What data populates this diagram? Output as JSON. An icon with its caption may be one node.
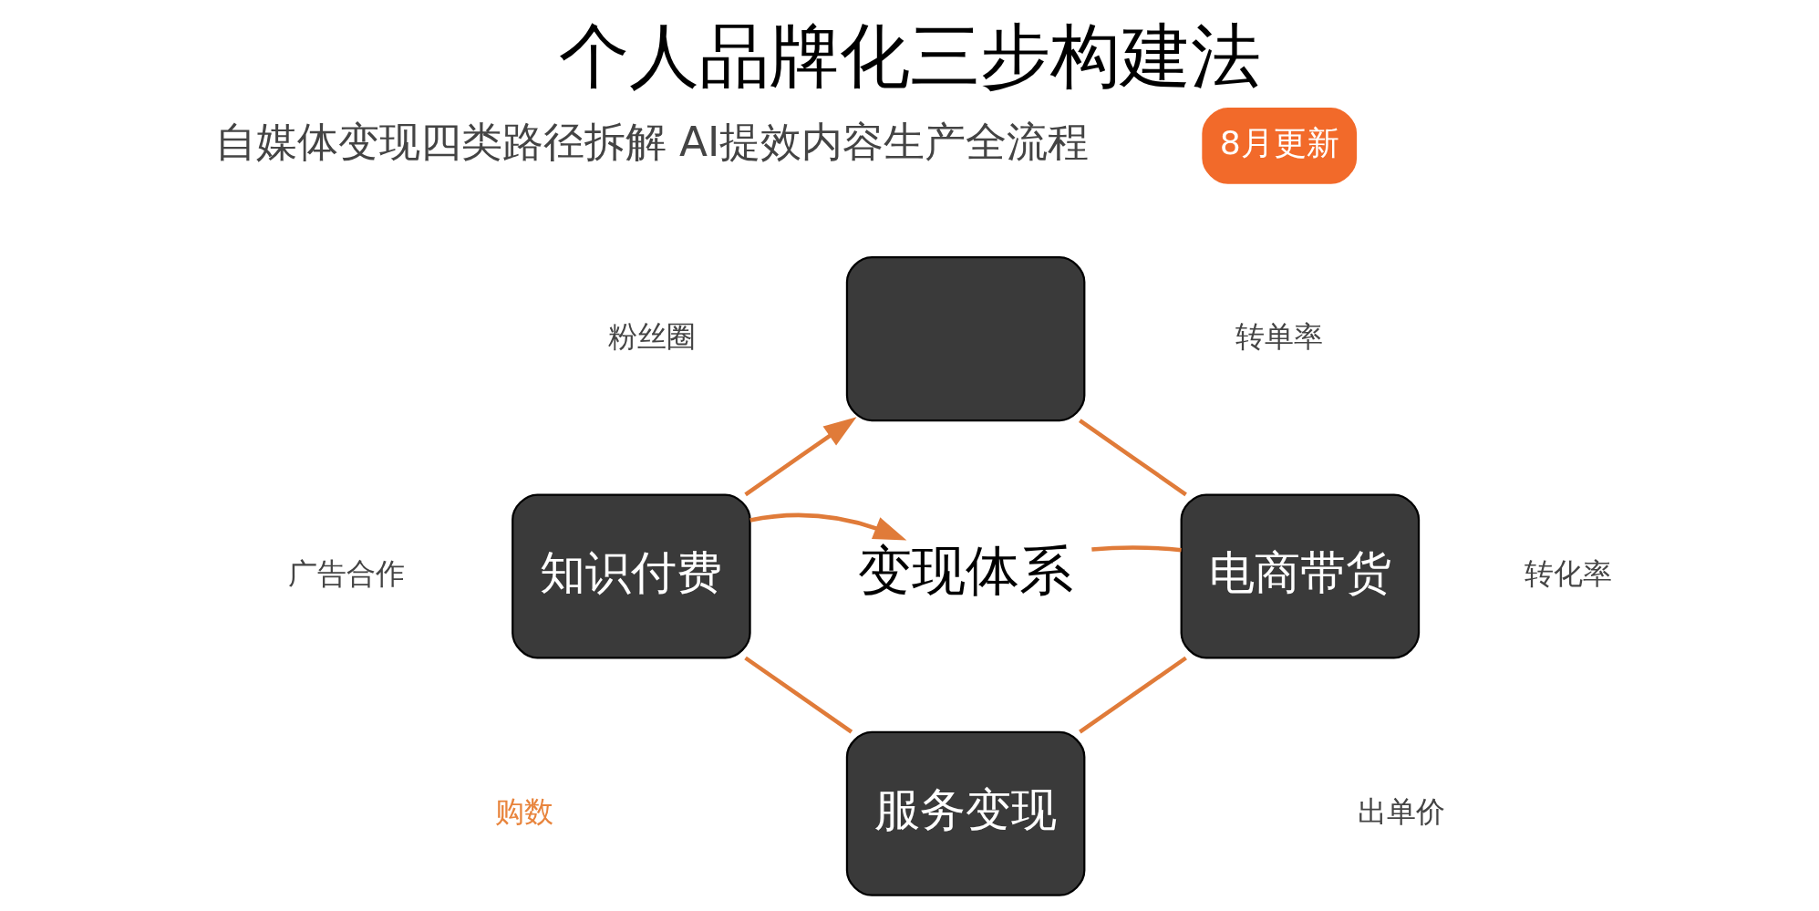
{
  "diagram": {
    "title": "个人品牌化三步构建法",
    "nodes": [
      {
        "text": [],
        "shape": "box"
      },
      {
        "text": [
          "知识付费"
        ]
      },
      {
        "text": [
          "变现体系"
        ]
      },
      {
        "text": [
          "电商带货"
        ]
      },
      {
        "text": [
          "服务变现"
        ]
      },
      {
        "text": [
          "8月更新"
        ]
      }
    ],
    "edges": [
      {
        "from": 1,
        "to": 0,
        "arrow": "to"
      },
      {
        "from": 0,
        "to": 3,
        "arrow": "none"
      },
      {
        "from": 3,
        "to": 4,
        "arrow": "none"
      },
      {
        "from": 4,
        "to": 1,
        "arrow": "none"
      },
      {
        "from": 1,
        "to": 2,
        "arrow": "to"
      },
      {
        "from": 2,
        "to": 3,
        "arrow": "none"
      }
    ],
    "labels": [
      "自媒体变现四类路径拆解 AI提效内容生产全流程",
      "粉丝圈",
      "转单率",
      "广告合作",
      "转化率",
      "购数",
      "出单价"
    ]
  }
}
